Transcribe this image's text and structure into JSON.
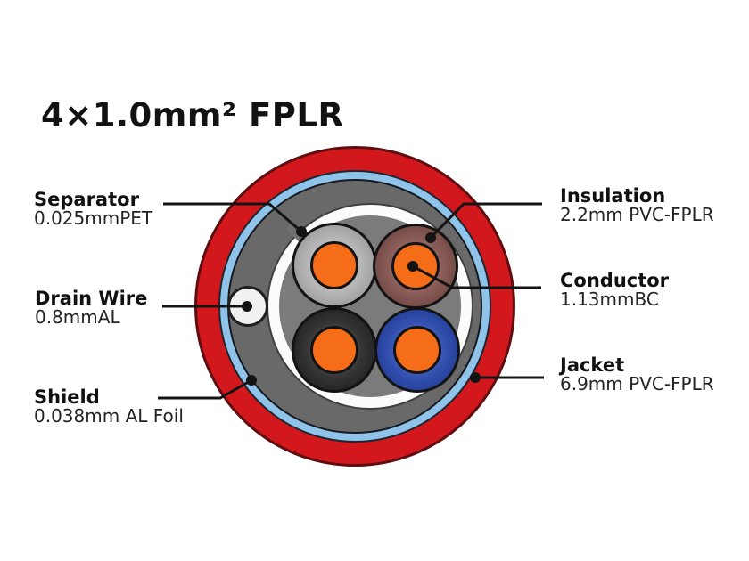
{
  "title": "4×1.0mm² FPLR",
  "callouts": {
    "separator": {
      "name": "Separator",
      "spec": "0.025mmPET"
    },
    "drain_wire": {
      "name": "Drain Wire",
      "spec": "0.8mmAL"
    },
    "shield": {
      "name": "Shield",
      "spec": "0.038mm AL Foil"
    },
    "insulation": {
      "name": "Insulation",
      "spec": "2.2mm PVC-FPLR"
    },
    "conductor": {
      "name": "Conductor",
      "spec": "1.13mmBC"
    },
    "jacket": {
      "name": "Jacket",
      "spec": "6.9mm PVC-FPLR"
    }
  },
  "colors": {
    "jacket_red": "#d2181c",
    "wrap_blue": "#8fc3ea",
    "shield_gray": "#696969",
    "separator_white": "#fbfbfb",
    "separator_break_gray": "#717171",
    "filler_gray": "#7b7b7b",
    "conductor_orange": "#f56d18",
    "insulation_gray": "#aeaeae",
    "insulation_brown": "#7c4a45",
    "insulation_black": "#1e1e1e",
    "insulation_blue": "#1d3ea8",
    "drain_white": "#f1f1f1",
    "leader_black": "#141414"
  }
}
